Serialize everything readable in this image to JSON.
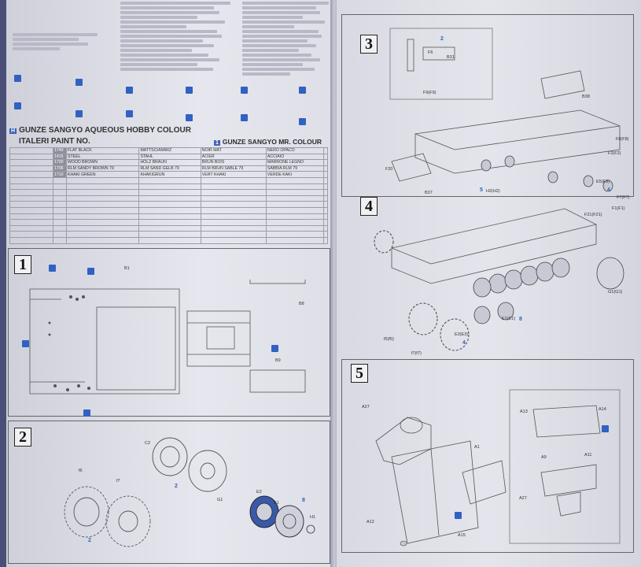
{
  "paint": {
    "title_aqueous": "GUNZE SANGYO AQUEOUS HOBBY COLOUR",
    "title_italeri": "ITALERI PAINT NO.",
    "title_mr": "GUNZE SANGYO MR. COLOUR",
    "tag_h": "H",
    "tag_one": "1",
    "rows": [
      {
        "code": "1749",
        "en": "FLAT BLACK",
        "de": "MATTSCHWARZ",
        "fr": "NOIR MAT",
        "it": "NERO OPACO"
      },
      {
        "code": "1415",
        "en": "STEEL",
        "de": "STAHL",
        "fr": "ACIER",
        "it": "ACCIAIO"
      },
      {
        "code": "1730",
        "en": "WOOD BROWN",
        "de": "HOLZ BRAUN",
        "fr": "BRUN BOIS",
        "it": "MARRONE LEGNO"
      },
      {
        "code": "1706",
        "en": "RLM SANDY BROWN 79",
        "de": "RLM SAND GELB 79",
        "fr": "RLM BRUN SABLE 79",
        "it": "SABBIA RLM 79"
      },
      {
        "code": "1710",
        "en": "KHAKI GREEN",
        "de": "KHAKIGRUN",
        "fr": "VERT KHAKI",
        "it": "VERDE KAKI"
      }
    ]
  },
  "steps": {
    "s1": "1",
    "s2": "2",
    "s3": "3",
    "s4": "4",
    "s5": "5"
  },
  "parts": {
    "B1": "B1",
    "B8": "B8",
    "B9": "B9",
    "C2": "C2",
    "G1": "G1",
    "f6": "f6",
    "f7": "f7",
    "E2": "E2",
    "E1": "E1",
    "H1": "H1",
    "B38": "B38",
    "B31": "B31",
    "F20": "F20",
    "B37": "B37",
    "F8": "F8(F8)",
    "F2": "F2(F2)",
    "E5": "E5(E5)",
    "F7": "F7(F7)",
    "F1": "F1(F1)",
    "H2": "H2(H2)",
    "F9": "F9(F9)",
    "F6": "F6",
    "F21": "F21(F21)",
    "G1G1": "G1(G1)",
    "E1E1": "E1(E1)",
    "E3": "E3(E3)",
    "f5": "f5(f5)",
    "f7f7": "f7(f7)",
    "A27": "A27",
    "A1": "A1",
    "A12": "A12",
    "A15": "A15",
    "A13": "A13",
    "A14": "A14",
    "A9": "A9",
    "A11": "A11",
    "A27b": "A27"
  },
  "callouts": {
    "c2": "2",
    "c4": "4",
    "c5": "5",
    "c8": "8"
  }
}
